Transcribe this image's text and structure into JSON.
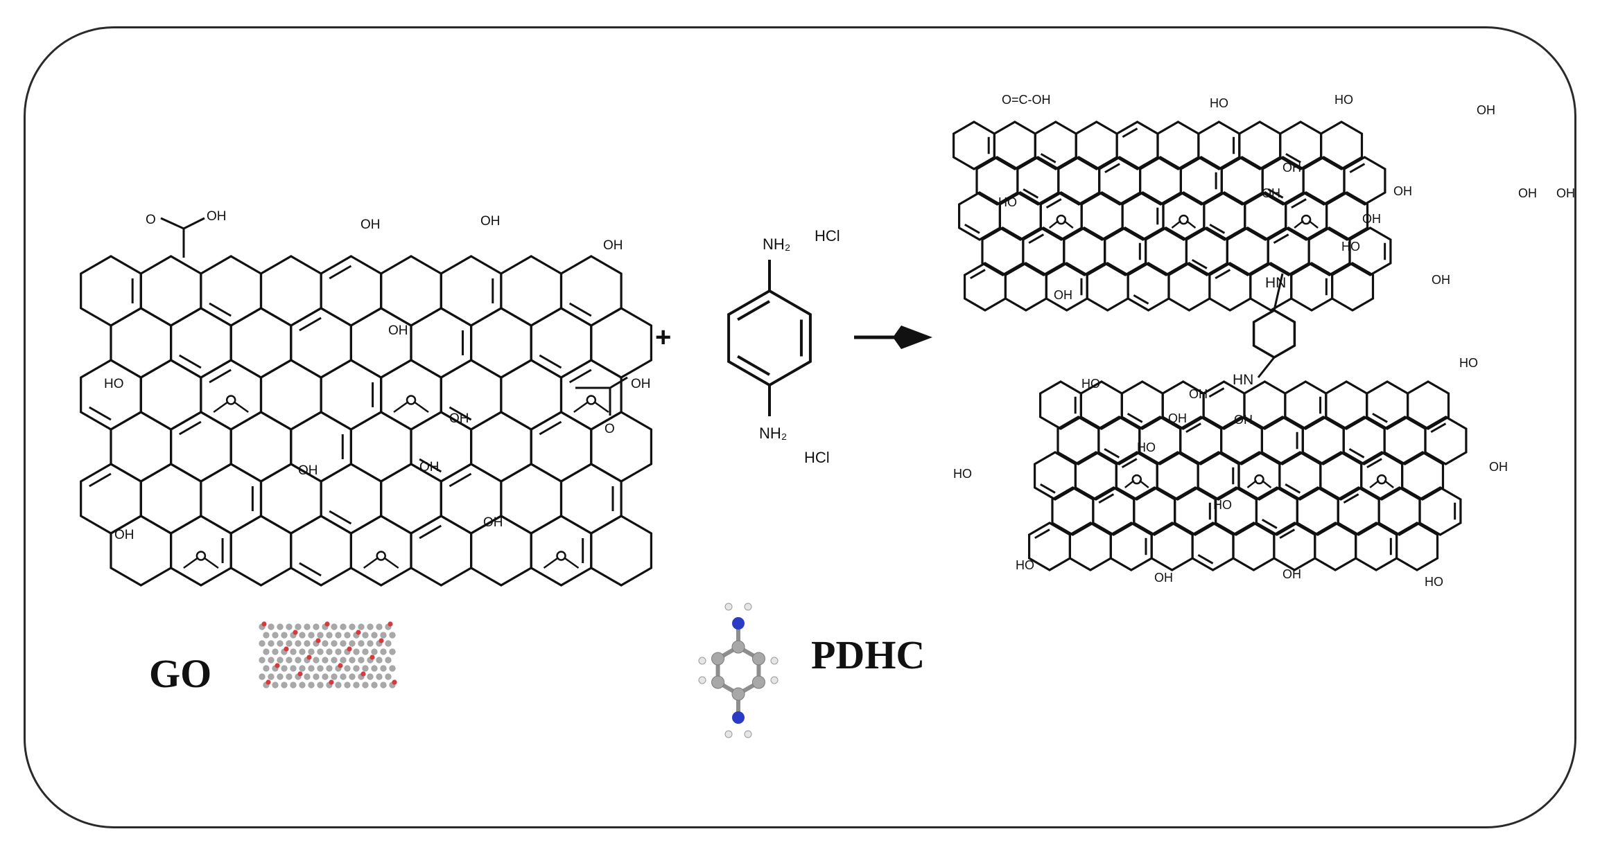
{
  "reactants": {
    "go": {
      "labels": {
        "cooh_top": "O═C─OH",
        "oh_top_1": "OH",
        "oh_top_2": "OH",
        "oh_top_right": "OH",
        "cooh_right": "OH",
        "cooh_right_o": "O",
        "oh_center": "OH",
        "ho_left": "HO",
        "oh_mid_right": "OH",
        "oh_bottom_mid1": "OH",
        "oh_bottom_mid2": "OH",
        "oh_bottom_left": "OH",
        "oh_bottom_right": "OH",
        "epox": "O"
      }
    },
    "plus": "+",
    "pdhc": {
      "nh2_top": "NH₂",
      "nh2_bottom": "NH₂",
      "hcl_top": "HCl",
      "hcl_bottom": "HCl"
    }
  },
  "product": {
    "linker_hn_top": "HN",
    "linker_hn_bottom": "HN",
    "labels_top": [
      "O=C-OH",
      "HO",
      "HO",
      "OH",
      "OH",
      "HO",
      "OH",
      "OH",
      "OH",
      "OH",
      "HO",
      "OH",
      "OH",
      "OH"
    ],
    "labels_bottom": [
      "HO",
      "HO",
      "OH",
      "OH",
      "HO",
      "HO",
      "OH",
      "HO",
      "OH",
      "HO",
      "OH",
      "OH",
      "HO"
    ]
  },
  "legend": {
    "go_label": "GO",
    "pdhc_label": "PDHC"
  },
  "colors": {
    "line": "#111111",
    "oxygen": "#d63a3a",
    "nitrogen": "#2b3cc4",
    "carbon": "#a8a8a8",
    "hydrogen": "#e6e6e6"
  }
}
